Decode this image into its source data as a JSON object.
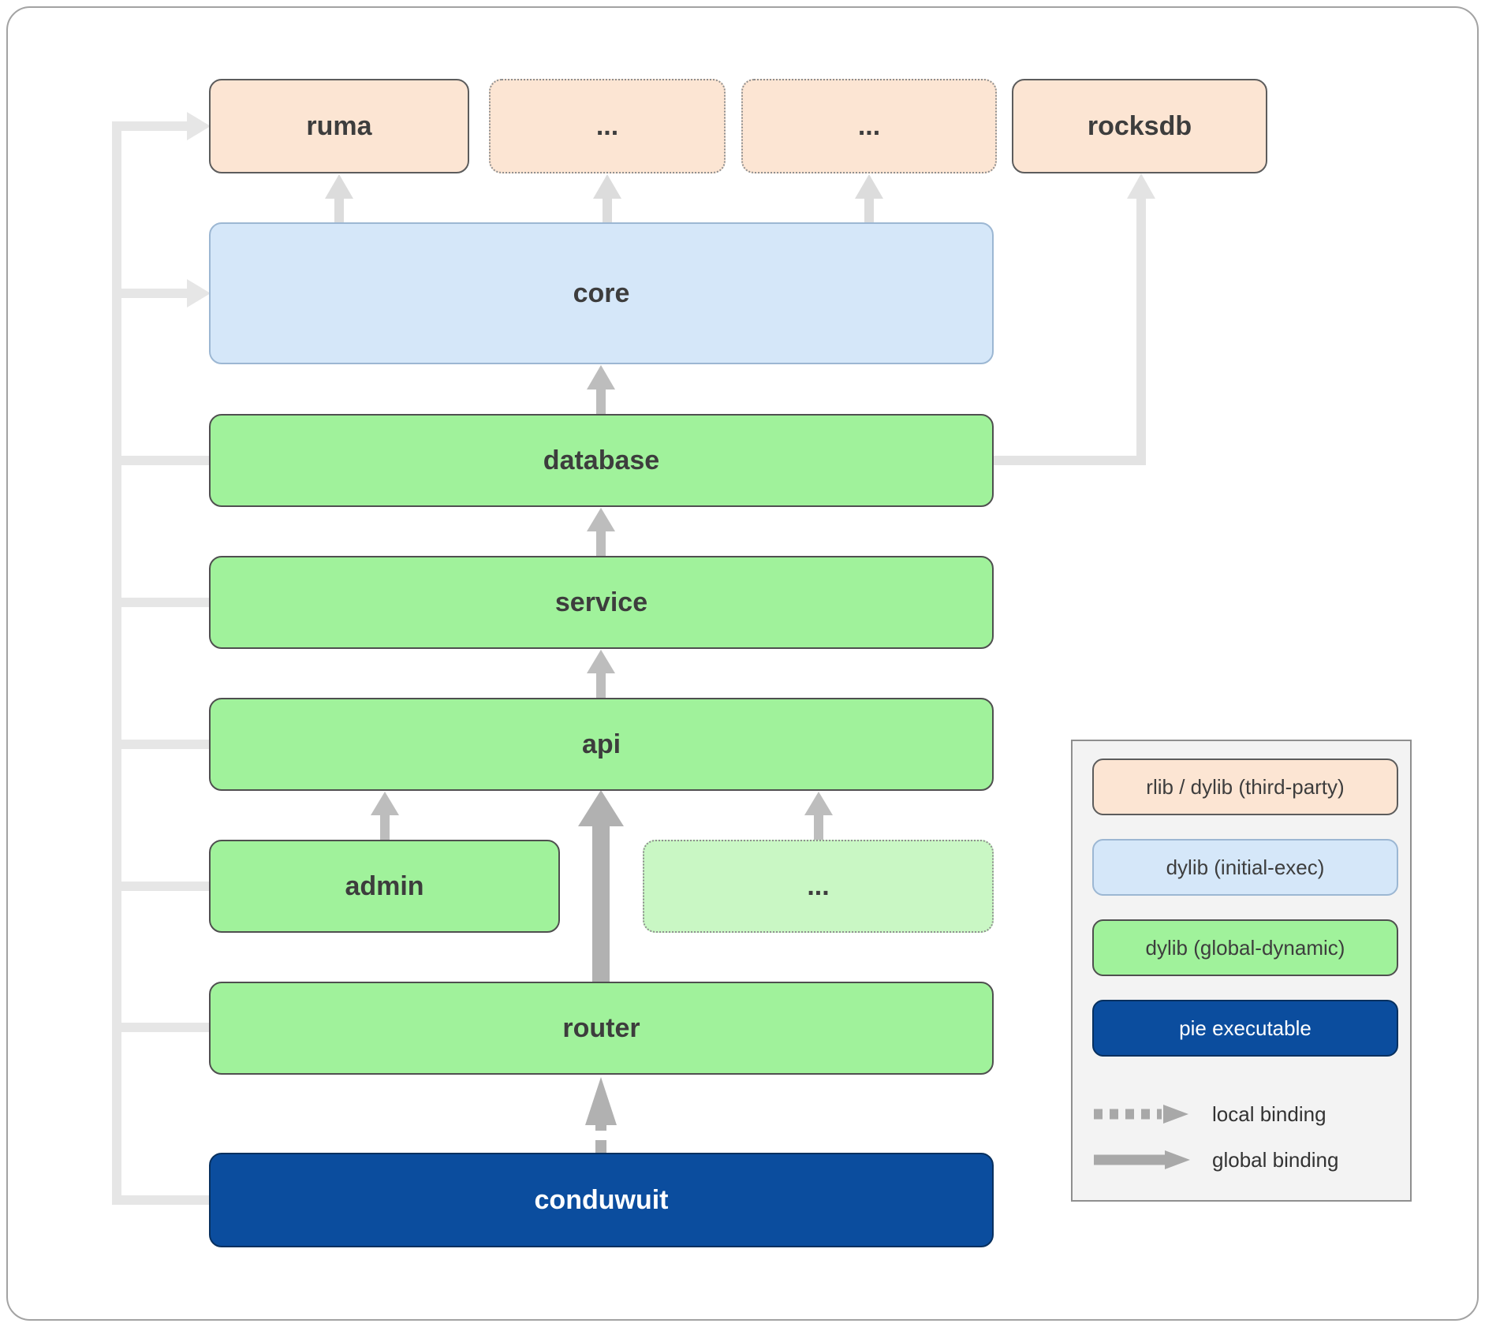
{
  "nodes": {
    "ruma": "ruma",
    "third_party_a": "...",
    "third_party_b": "...",
    "rocksdb": "rocksdb",
    "core": "core",
    "database": "database",
    "service": "service",
    "api": "api",
    "admin": "admin",
    "api_other": "...",
    "router": "router",
    "conduwuit": "conduwuit"
  },
  "legend": {
    "swatches": [
      {
        "label": "rlib / dylib (third-party)"
      },
      {
        "label": "dylib (initial-exec)"
      },
      {
        "label": "dylib (global-dynamic)"
      },
      {
        "label": "pie executable"
      }
    ],
    "bindings": [
      {
        "label": "local binding"
      },
      {
        "label": "global binding"
      }
    ]
  },
  "colors": {
    "third_party_fill": "#fce5d3",
    "initial_exec_fill": "#d5e7f9",
    "global_dynamic_fill": "#a0f29b",
    "global_dynamic_light_fill": "#c9f7c4",
    "pie_executable_fill": "#0b4d9e",
    "arrow_light": "#e3e3e3",
    "arrow_medium": "#bdbdbd",
    "arrow_dark": "#b1b1b1"
  }
}
